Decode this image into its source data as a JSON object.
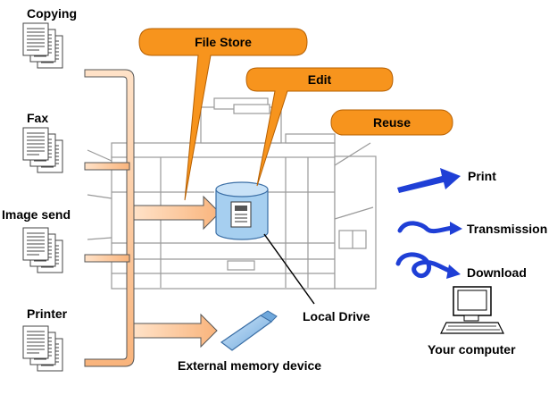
{
  "sources": {
    "copying": "Copying",
    "fax": "Fax",
    "image_send": "Image send",
    "printer": "Printer"
  },
  "callouts": {
    "file_store": "File Store",
    "edit": "Edit",
    "reuse": "Reuse"
  },
  "outputs": {
    "print": "Print",
    "transmission": "Transmission",
    "download": "Download"
  },
  "labels": {
    "local_drive": "Local Drive",
    "external_memory": "External memory device",
    "your_computer": "Your computer"
  },
  "colors": {
    "callout_orange": "#F7941D",
    "arrow_orange": "#F7A35C",
    "drive_blue": "#A6CFF0",
    "output_blue": "#1F3FD6",
    "machine_line": "#9A9A9A"
  },
  "icons": {
    "documents": "document-stack-icon",
    "drive": "local-drive-icon",
    "usb": "usb-memory-icon",
    "computer": "computer-icon"
  }
}
